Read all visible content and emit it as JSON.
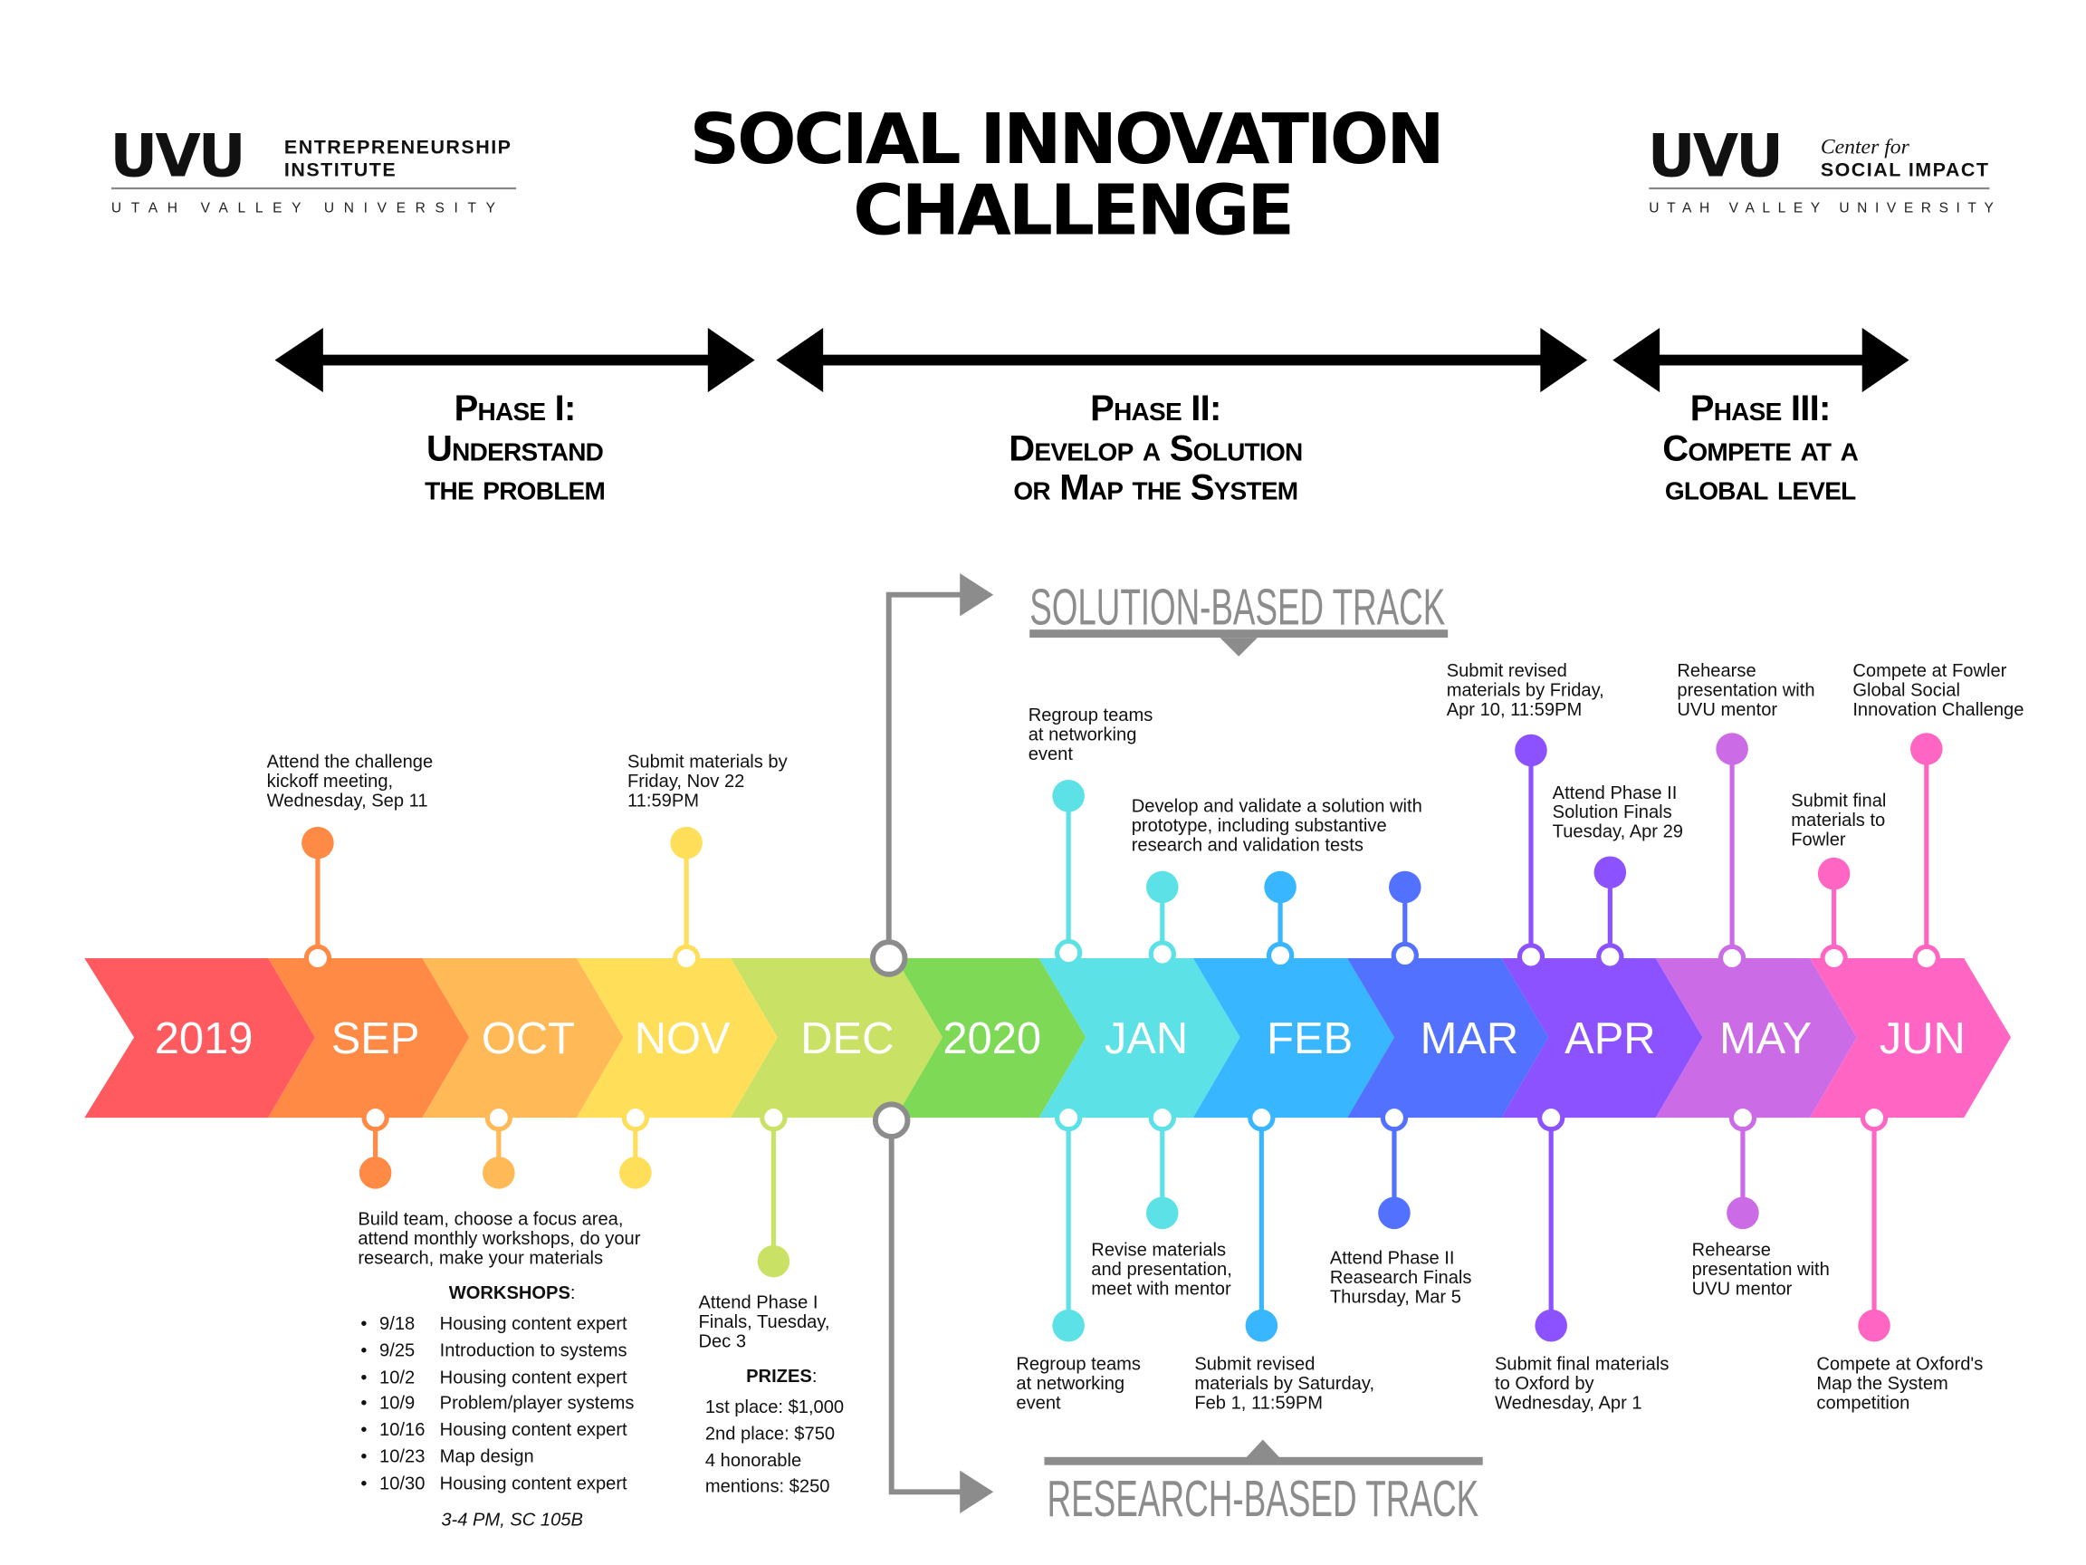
{
  "title": {
    "line1": "SOCIAL INNOVATION",
    "line2": "CHALLENGE"
  },
  "logos": {
    "left": {
      "mark": "UVU",
      "line1": "ENTREPRENEURSHIP",
      "line2": "INSTITUTE",
      "sub": "UTAH VALLEY UNIVERSITY"
    },
    "right": {
      "mark": "UVU",
      "line1": "Center for",
      "line2": "SOCIAL IMPACT",
      "sub": "UTAH VALLEY UNIVERSITY"
    }
  },
  "phases": [
    {
      "lines": [
        "Phase I:",
        "Understand",
        "the problem"
      ]
    },
    {
      "lines": [
        "Phase II:",
        "Develop a Solution",
        "or Map the System"
      ]
    },
    {
      "lines": [
        "Phase III:",
        "Compete at a",
        "global level"
      ]
    }
  ],
  "tracks": {
    "solution": "SOLUTION-BASED TRACK",
    "research": "RESEARCH-BASED TRACK"
  },
  "timeline": [
    {
      "label": "2019",
      "color": "#FF5A5F"
    },
    {
      "label": "SEP",
      "color": "#FF8A45"
    },
    {
      "label": "OCT",
      "color": "#FFBA57"
    },
    {
      "label": "NOV",
      "color": "#FFDE59"
    },
    {
      "label": "DEC",
      "color": "#C9E265"
    },
    {
      "label": "2020",
      "color": "#7ED957"
    },
    {
      "label": "JAN",
      "color": "#5CE1E6"
    },
    {
      "label": "FEB",
      "color": "#38B6FF"
    },
    {
      "label": "MAR",
      "color": "#5271FF"
    },
    {
      "label": "APR",
      "color": "#8C52FF"
    },
    {
      "label": "MAY",
      "color": "#CB6CE6"
    },
    {
      "label": "JUN",
      "color": "#FF66C4"
    }
  ],
  "events_top": [
    {
      "lines": [
        "Attend the challenge",
        "kickoff meeting,",
        "Wednesday, Sep 11"
      ]
    },
    {
      "lines": [
        "Submit materials by",
        "Friday, Nov 22",
        "11:59PM"
      ]
    },
    {
      "lines": [
        "Regroup teams",
        "at networking",
        "event"
      ]
    },
    {
      "lines": [
        "Develop and validate a solution with",
        "prototype, including substantive",
        "research and validation tests"
      ]
    },
    {
      "lines": [
        "Submit revised",
        "materials by Friday,",
        "Apr 10, 11:59PM"
      ]
    },
    {
      "lines": [
        "Attend Phase II",
        "Solution Finals",
        "Tuesday, Apr 29"
      ]
    },
    {
      "lines": [
        "Rehearse",
        "presentation with",
        "UVU mentor"
      ]
    },
    {
      "lines": [
        "Submit final",
        "materials to",
        "Fowler"
      ]
    },
    {
      "lines": [
        "Compete at Fowler",
        "Global Social",
        "Innovation Challenge"
      ]
    }
  ],
  "events_bottom": [
    {
      "lines": [
        "Build team, choose a focus area,",
        "attend monthly workshops, do your",
        "research, make your materials"
      ]
    },
    {
      "lines": [
        "Attend Phase I",
        "Finals, Tuesday,",
        "Dec 3"
      ]
    },
    {
      "lines": [
        "Regroup teams",
        "at networking",
        "event"
      ]
    },
    {
      "lines": [
        "Revise materials",
        "and presentation,",
        "meet with mentor"
      ]
    },
    {
      "lines": [
        "Submit revised",
        "materials by Saturday,",
        "Feb 1, 11:59PM"
      ]
    },
    {
      "lines": [
        "Attend Phase II",
        "Reasearch Finals",
        "Thursday, Mar 5"
      ]
    },
    {
      "lines": [
        "Submit final materials",
        "to Oxford by",
        "Wednesday, Apr 1"
      ]
    },
    {
      "lines": [
        "Rehearse",
        "presentation with",
        "UVU mentor"
      ]
    },
    {
      "lines": [
        "Compete at Oxford's",
        "Map the System",
        "competition"
      ]
    }
  ],
  "workshops": {
    "heading": "WORKSHOPS",
    "colon": ":",
    "items": [
      {
        "date": "9/18",
        "topic": "Housing content expert"
      },
      {
        "date": "9/25",
        "topic": "Introduction to systems"
      },
      {
        "date": "10/2",
        "topic": "Housing content expert"
      },
      {
        "date": "10/9",
        "topic": "Problem/player systems"
      },
      {
        "date": "10/16",
        "topic": "Housing content expert"
      },
      {
        "date": "10/23",
        "topic": "Map design"
      },
      {
        "date": "10/30",
        "topic": "Housing content expert"
      }
    ],
    "time": "3-4 PM, SC 105B"
  },
  "prizes": {
    "heading": "PRIZES",
    "colon": ":",
    "lines": [
      "1st place: $1,000",
      "2nd place: $750",
      "4 honorable",
      "mentions: $250"
    ]
  },
  "colors": {
    "track_gray": "#8C8C8C",
    "black": "#000000"
  }
}
